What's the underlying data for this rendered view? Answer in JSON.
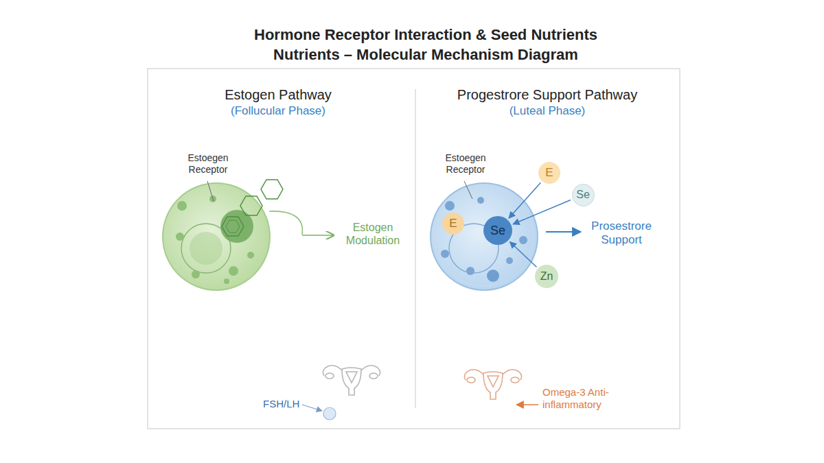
{
  "diagram": {
    "title": "Hormone Receptor Interaction & Seed Nutrients Nutrients – Molecular Mechanism Diagram",
    "nodes": [
      {
        "text": [
          "E"
        ]
      },
      {
        "text": [
          "Se"
        ]
      },
      {
        "text": [
          "E"
        ]
      },
      {
        "text": [
          "Se"
        ]
      },
      {
        "text": [
          "Zn"
        ]
      }
    ],
    "edges": [
      {
        "from": 0,
        "to": 3,
        "arrow": "to"
      },
      {
        "from": 1,
        "to": 3,
        "arrow": "to"
      },
      {
        "from": 4,
        "to": 3,
        "arrow": "to"
      }
    ],
    "labels": [
      "Estogen Pathway",
      "(Follucular Phase)",
      "Estoegen Receptor",
      "Estogen Modulation",
      "FSH/LH",
      "Progestrore Support Pathway",
      "(Luteal Phase)",
      "Estoegen Receptor",
      "Prosestrore Support",
      "Omega-3 Anti-inflammatory"
    ]
  }
}
